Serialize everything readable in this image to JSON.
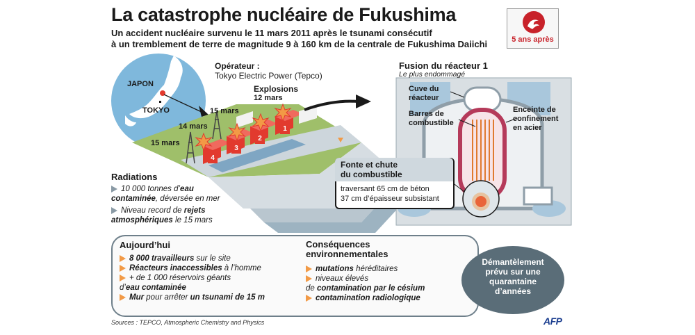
{
  "title": "La catastrophe nucléaire de Fukushima",
  "subtitle_line1": "Un accident nucléaire survenu le 11 mars 2011 après le tsunami consécutif",
  "subtitle_line2": "à un tremblement de terre de magnitude 9 à 160 km de la centrale de Fukushima Daiichi",
  "badge": "5 ans après",
  "map": {
    "japon": "JAPON",
    "tokyo": "TOKYO"
  },
  "plant": {
    "operator_label": "Opérateur :",
    "operator_name": "Tokyo Electric Power (Tepco)",
    "explosions_label": "Explosions",
    "date_12": "12 mars",
    "date_15a": "15 mars",
    "date_14": "14 mars",
    "date_15b": "15 mars",
    "reactors": [
      "1",
      "2",
      "3",
      "4"
    ]
  },
  "reactor": {
    "title": "Fusion du réacteur 1",
    "subtitle": "Le plus endommagé",
    "cuve_1": "Cuve du",
    "cuve_2": "réacteur",
    "barres_1": "Barres de",
    "barres_2": "combustible",
    "enceinte_1": "Enceinte de",
    "enceinte_2": "confinement",
    "enceinte_3": "en acier",
    "fonte_1": "Fonte et chute",
    "fonte_2": "du combustible",
    "fonte_3": "traversant 65 cm de béton",
    "fonte_4": "37 cm d’épaisseur subsistant"
  },
  "radiations": {
    "title": "Radiations",
    "l1_a": "10 000 tonnes d’",
    "l1_b": "eau",
    "l2_a": "contaminée",
    "l2_b": ", déversée en mer",
    "l3_a": "Niveau record de ",
    "l3_b": "rejets",
    "l4_a": "atmosphériques",
    "l4_b": " le 15 mars"
  },
  "today": {
    "title": "Aujourd’hui",
    "l1_a": "8 000 travailleurs",
    "l1_b": " sur le site",
    "l2_a": "Réacteurs inaccessibles",
    "l2_b": " à l’homme",
    "l3": "+ de 1 000 réservoirs géants",
    "l4_a": "d’",
    "l4_b": "eau contaminée",
    "l5_a": "Mur",
    "l5_b": " pour arrêter ",
    "l5_c": "un tsunami de 15 m"
  },
  "consequences": {
    "title_1": "Conséquences",
    "title_2": "environnementales",
    "l1_a": "mutations",
    "l1_b": " héréditaires",
    "l2": "niveaux élevés",
    "l3_a": "de ",
    "l3_b": "contamination par le césium",
    "l4": "contamination radiologique"
  },
  "dismantle": [
    "Démantèlement",
    "prévu sur une",
    "quarantaine",
    "d’années"
  ],
  "sources": "Sources : TEPCO, Atmospheric Chemistry and Physics",
  "afp": "AFP",
  "colors": {
    "accent_red": "#c8222a",
    "arrow_orange": "#f29a46",
    "panel_border": "#6e7f8a",
    "oval": "#5a6d78"
  }
}
